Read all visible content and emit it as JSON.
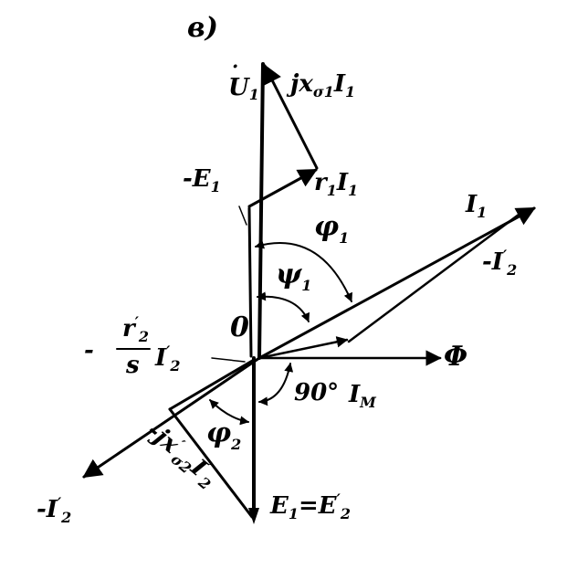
{
  "figure_letter": "в)",
  "origin": "0",
  "labels": {
    "U1": "U",
    "U1_sub": "1",
    "jx": "jx",
    "jx_sub": "σ1",
    "jx_I": "I",
    "jx_I_sub": "1",
    "E1neg": "-E",
    "E1neg_sub": "1",
    "r1": "r",
    "r1_sub": "1",
    "r1_I": "I",
    "r1_I_sub": "1",
    "I1": "I",
    "I1_sub": "1",
    "phi1": "φ",
    "phi1_sub": "1",
    "psi1": "ψ",
    "psi1_sub": "1",
    "I2neg_right": "-I",
    "I2neg_right_sup": "′",
    "I2neg_right_sub": "2",
    "r2_num": "r",
    "r2_num_sup": "′",
    "r2_num_sub": "2",
    "r2_den": "s",
    "r2_minus": "-",
    "r2_I": "I",
    "r2_I_sup": "′",
    "r2_I_sub": "2",
    "flux": "Φ",
    "ninety": "90°",
    "IM": "I",
    "IM_sub": "M",
    "phi2": "φ",
    "phi2_sub": "2",
    "jx2": "-jx",
    "jx2_sup": "′",
    "jx2_sub": "σ2",
    "jx2_I": "I",
    "jx2_I_sup": "′",
    "jx2_I_sub": "2",
    "E1eq": "E",
    "E1eq_sub": "1",
    "eq": "=",
    "E2": "E",
    "E2_sup": "′",
    "E2_sub": "2",
    "I2neg_left": "-I",
    "I2neg_left_sup": "′",
    "I2neg_left_sub": "2"
  }
}
